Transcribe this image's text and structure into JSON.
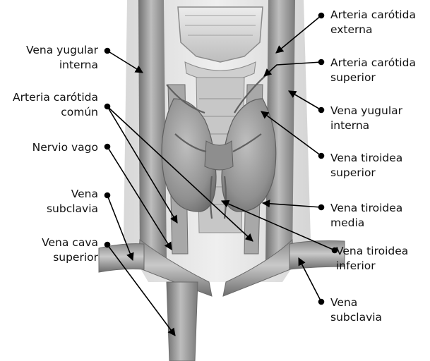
{
  "labels": {
    "yugular_int_left": [
      "Vena yugular",
      "interna"
    ],
    "carotida_comun": [
      "Arteria carótida",
      "común"
    ],
    "nervio_vago": [
      "Nervio vago"
    ],
    "subclavia_left": [
      "Vena",
      "subclavia"
    ],
    "cava_superior": [
      "Vena cava",
      "superior"
    ],
    "carotida_externa": [
      "Arteria carótida",
      "externa"
    ],
    "carotida_superior": [
      "Arteria carótida",
      "superior"
    ],
    "yugular_int_right": [
      "Vena yugular",
      "interna"
    ],
    "tiroidea_superior": [
      "Vena tiroidea",
      "superior"
    ],
    "tiroidea_media": [
      "Vena tiroidea",
      "media"
    ],
    "tiroidea_inferior": [
      "Vena tiroidea",
      "inferior"
    ],
    "subclavia_right": [
      "Vena",
      "subclavia"
    ]
  },
  "colors": {
    "background": "#ffffff",
    "text": "#111111",
    "leader": "#000000",
    "anatomy_dark": "#6b6b6b",
    "anatomy_mid": "#9a9a9a",
    "anatomy_light": "#d2d2d2"
  }
}
